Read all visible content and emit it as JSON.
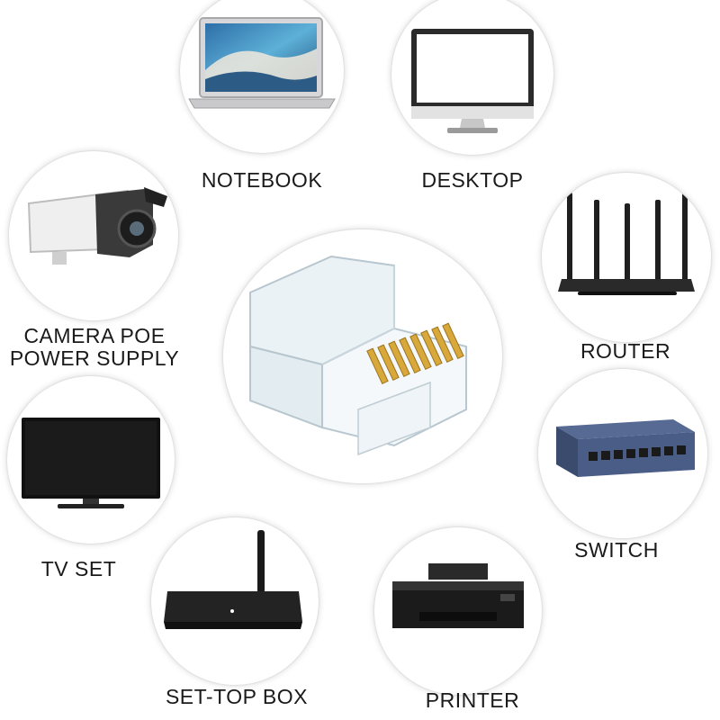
{
  "center": {
    "icon": "rj45-connector-icon"
  },
  "devices": [
    {
      "key": "notebook",
      "label": "NOTEBOOK",
      "icon": "laptop-icon"
    },
    {
      "key": "desktop",
      "label": "DESKTOP",
      "icon": "monitor-icon"
    },
    {
      "key": "camera",
      "label_line1": "CAMERA POE",
      "label_line2": "POWER SUPPLY",
      "icon": "security-camera-icon"
    },
    {
      "key": "router",
      "label": "ROUTER",
      "icon": "router-icon"
    },
    {
      "key": "tv",
      "label": "TV SET",
      "icon": "tv-icon"
    },
    {
      "key": "switch",
      "label": "SWITCH",
      "icon": "network-switch-icon"
    },
    {
      "key": "settop",
      "label": "SET-TOP BOX",
      "icon": "set-top-box-icon"
    },
    {
      "key": "printer",
      "label": "PRINTER",
      "icon": "printer-icon"
    }
  ]
}
